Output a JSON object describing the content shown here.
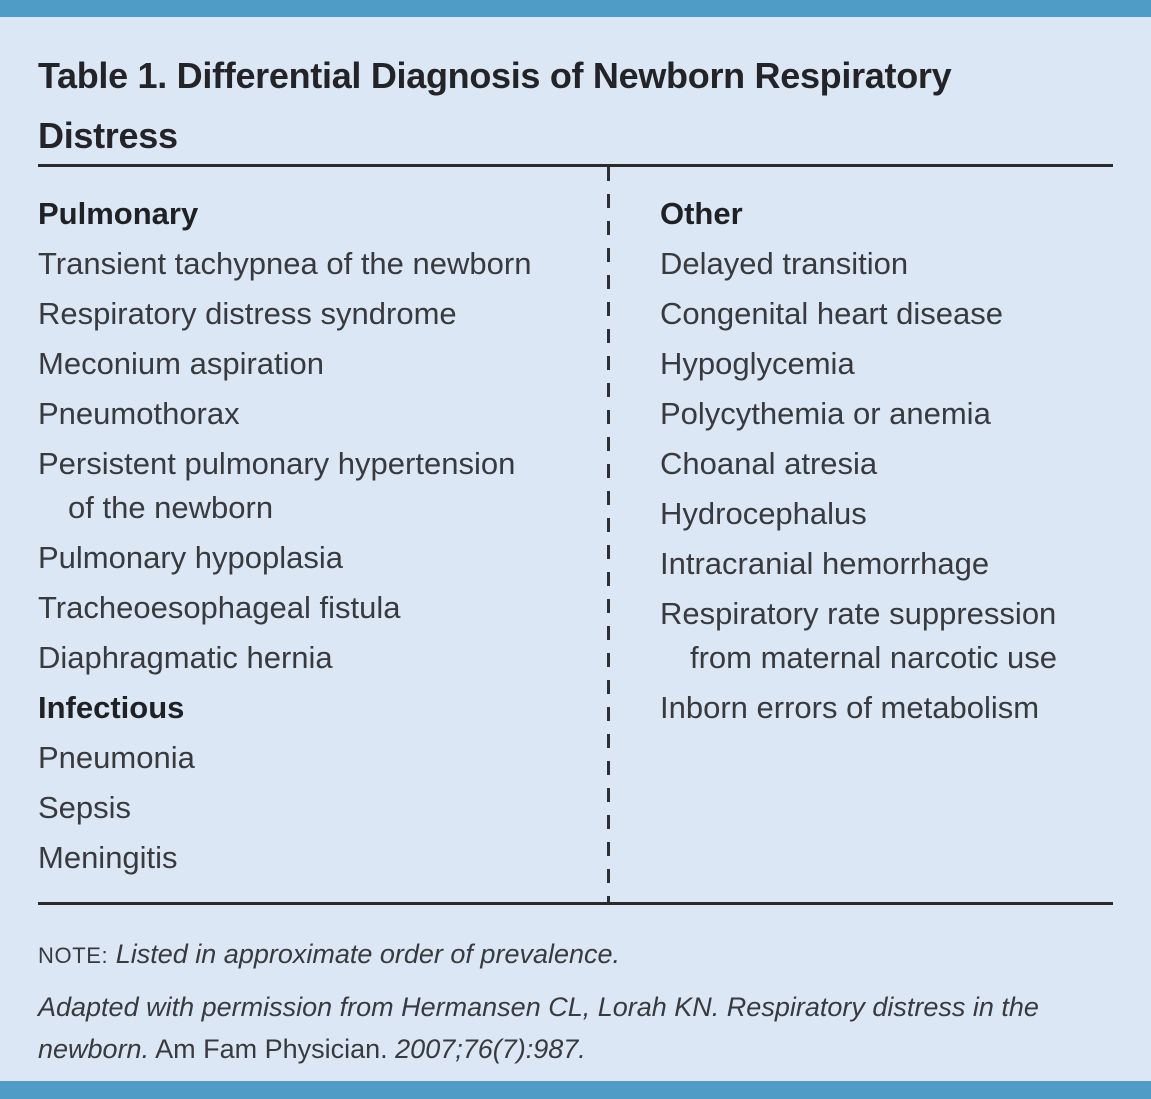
{
  "title": "Table 1. Differential Diagnosis of Newborn Respiratory\nDistress",
  "columns": [
    {
      "sections": [
        {
          "header": "Pulmonary",
          "items": [
            "Transient tachypnea of the newborn",
            "Respiratory distress syndrome",
            "Meconium aspiration",
            "Pneumothorax",
            "Persistent pulmonary hypertension\nof the newborn",
            "Pulmonary hypoplasia",
            "Tracheoesophageal fistula",
            "Diaphragmatic hernia"
          ]
        },
        {
          "header": "Infectious",
          "items": [
            "Pneumonia",
            "Sepsis",
            "Meningitis"
          ]
        }
      ]
    },
    {
      "sections": [
        {
          "header": "Other",
          "items": [
            "Delayed transition",
            "Congenital heart disease",
            "Hypoglycemia",
            "Polycythemia or anemia",
            "Choanal atresia",
            "Hydrocephalus",
            "Intracranial hemorrhage",
            "Respiratory rate suppression\nfrom maternal narcotic use",
            "Inborn errors of metabolism"
          ]
        }
      ]
    }
  ],
  "note": {
    "label": "NOTE:",
    "text": " Listed in approximate order of prevalence."
  },
  "credit": {
    "adapted_italic": "Adapted with permission from Hermansen CL, Lorah KN. Respiratory distress in the\nnewborn.",
    "journal_roman": " Am Fam Physician. ",
    "citation_italic": "2007;76(7):987."
  },
  "colors": {
    "stripe": "#4f9cc7",
    "panel_background": "#dce7f5",
    "rule": "#2b2b2b",
    "title_text": "#242428",
    "body_text": "#393a3e"
  }
}
